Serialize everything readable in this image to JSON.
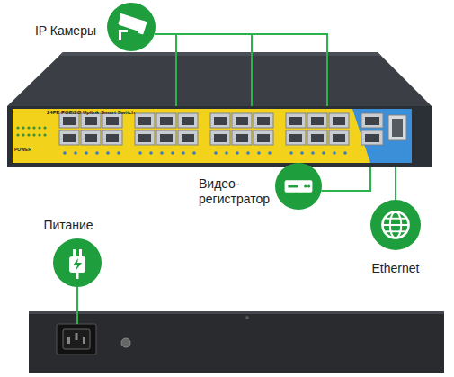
{
  "diagram": {
    "nodes": [
      {
        "text": [
          "24FE POE/2G Uplink Smart Switch"
        ]
      },
      {
        "text": [
          "IP Камеры"
        ]
      },
      {
        "text": [
          "Видео- регистратор"
        ]
      },
      {
        "text": [
          "Ethernet"
        ]
      },
      {
        "text": [
          "Питание"
        ]
      }
    ],
    "edges": [
      {
        "from": 1,
        "to": 0,
        "arrow": "none"
      },
      {
        "from": 2,
        "to": 0,
        "arrow": "none"
      },
      {
        "from": 3,
        "to": 0,
        "arrow": "none"
      }
    ],
    "labels": [
      "POWER"
    ]
  }
}
